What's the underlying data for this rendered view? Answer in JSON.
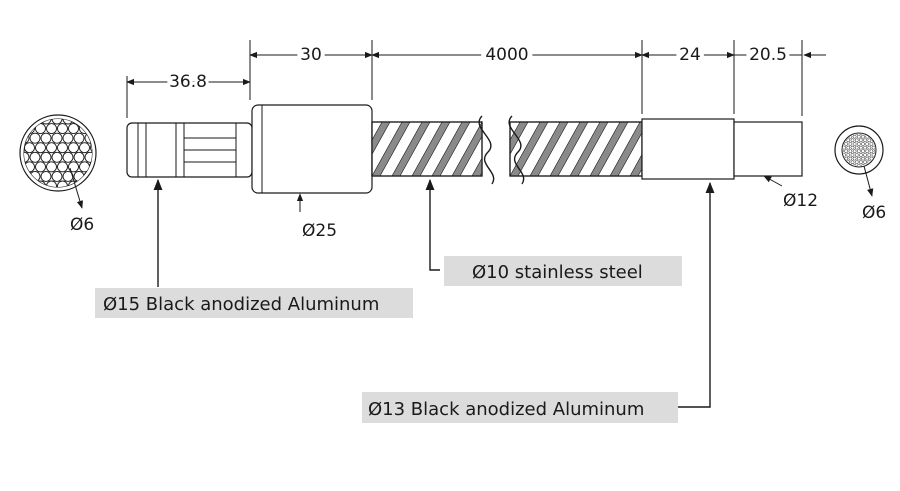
{
  "dimensions": {
    "d1": "36.8",
    "d2": "30",
    "d3": "4000",
    "d4": "24",
    "d5": "20.5"
  },
  "diameters": {
    "left_end": "Ø6",
    "collar": "Ø25",
    "right_tip": "Ø12",
    "right_end": "Ø6"
  },
  "callouts": {
    "left_handle": "Ø15 Black anodized Aluminum",
    "shaft": "Ø10 stainless steel",
    "right_section": "Ø13 Black anodized Aluminum"
  },
  "colors": {
    "part_fill": "#ffffff",
    "stripe": "#8a8a8a",
    "label_box": "#dcdcdc"
  }
}
